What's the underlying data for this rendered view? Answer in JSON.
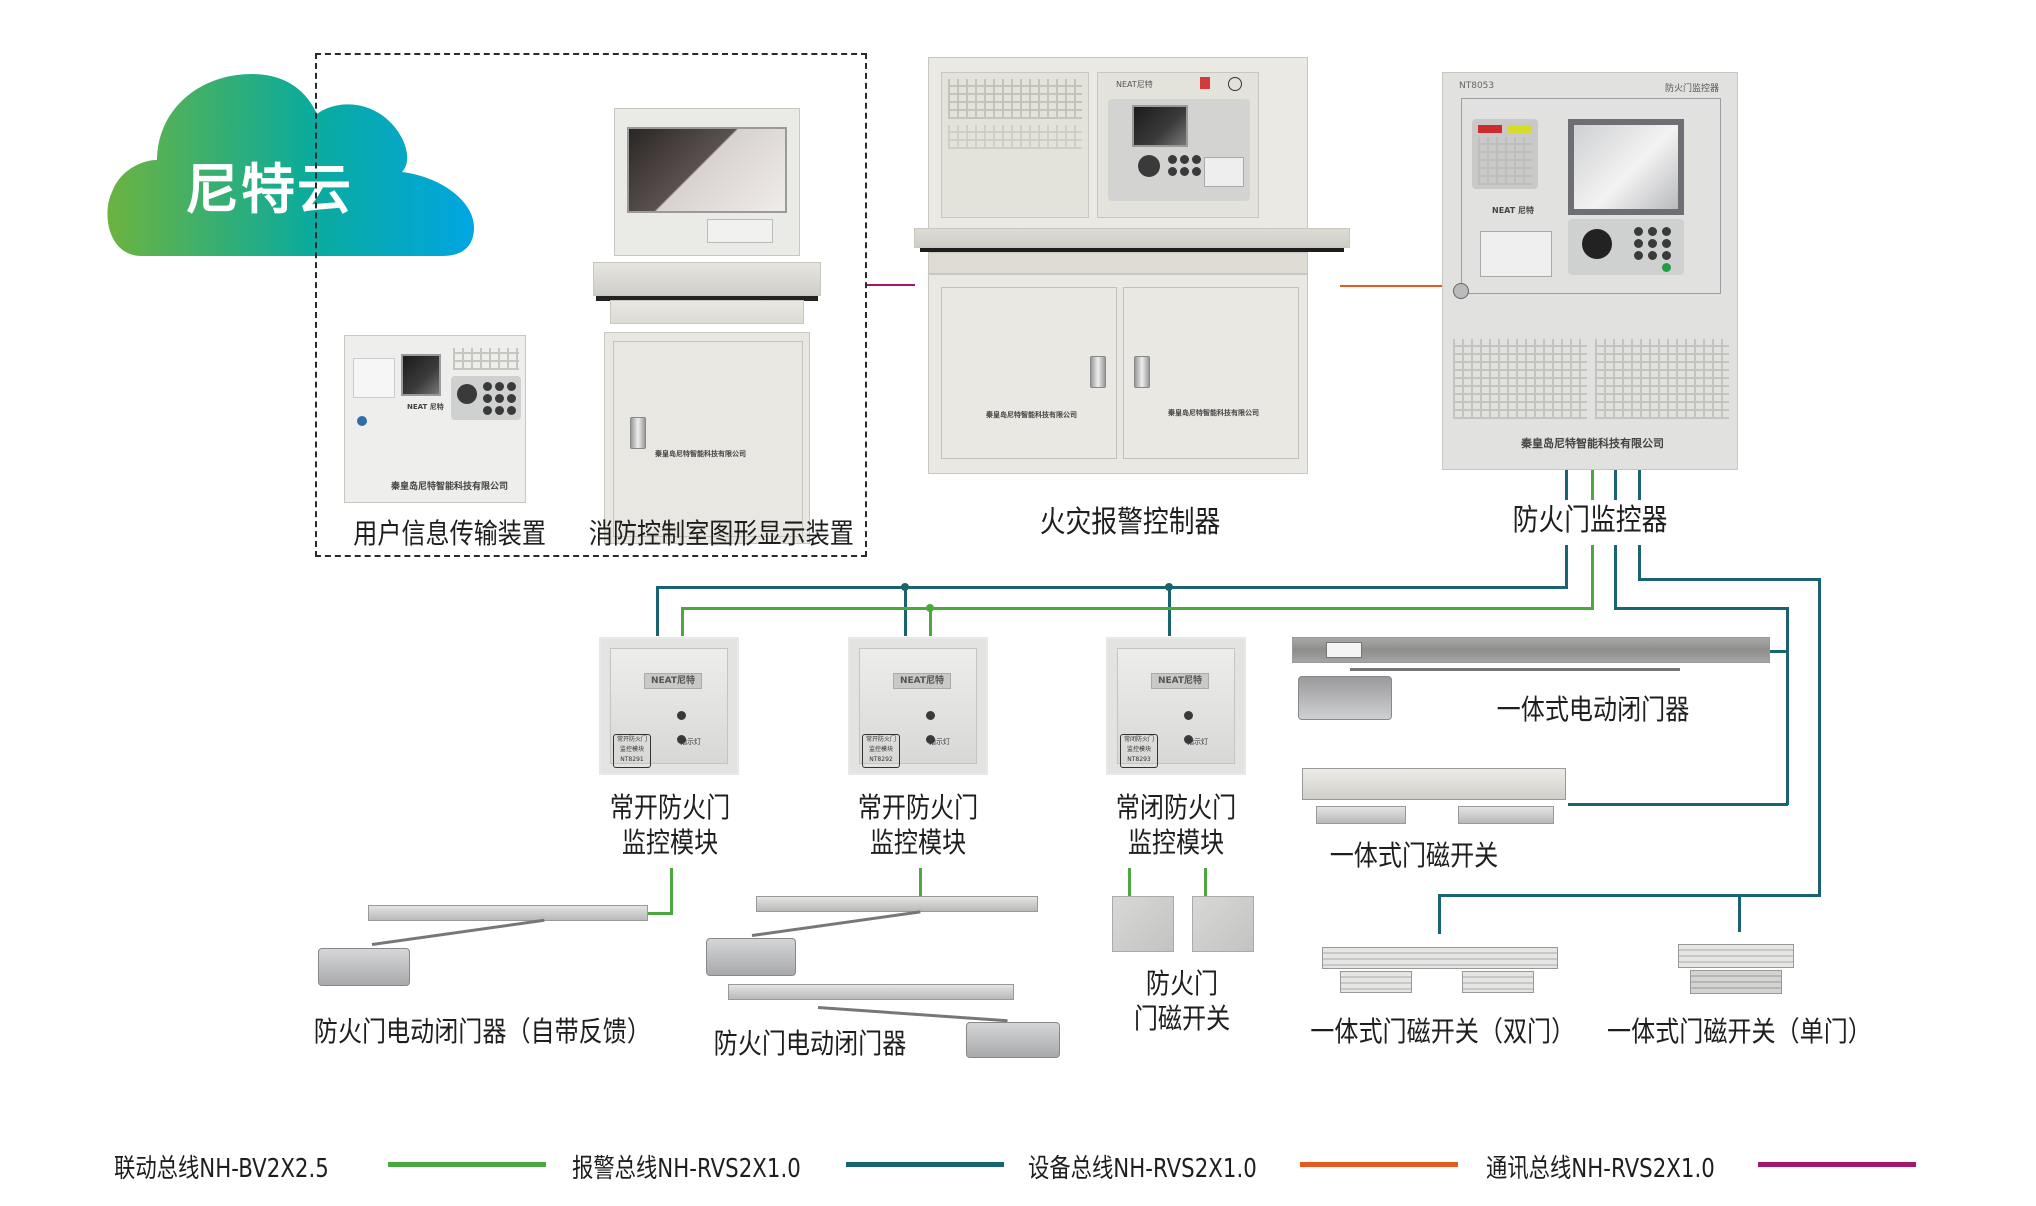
{
  "cloud": {
    "label": "尼特云",
    "gradient_start": "#6cb33f",
    "gradient_end": "#00a6e2"
  },
  "devices": {
    "transmission": {
      "label": "用户信息传输装置",
      "brand": "NEAT 尼特",
      "company": "秦皇岛尼特智能科技有限公司"
    },
    "graphic_display": {
      "label": "消防控制室图形显示装置",
      "company": "秦皇岛尼特智能科技有限公司"
    },
    "fire_alarm": {
      "label": "火灾报警控制器",
      "brand": "NEAT尼特",
      "company": "秦皇岛尼特智能科技有限公司"
    },
    "door_monitor": {
      "label": "防火门监控器",
      "model": "NT8053",
      "panel_title": "防火门监控器",
      "brand": "NEAT 尼特",
      "company": "秦皇岛尼特智能科技有限公司"
    }
  },
  "modules": [
    {
      "label_line1": "常开防火门",
      "label_line2": "监控模块",
      "brand": "NEAT尼特",
      "tag": [
        "常开防火门",
        "监控模块",
        "NT8291"
      ],
      "indicator": "指示灯"
    },
    {
      "label_line1": "常开防火门",
      "label_line2": "监控模块",
      "brand": "NEAT尼特",
      "tag": [
        "常开防火门",
        "监控模块",
        "NT8292"
      ],
      "indicator": "指示灯"
    },
    {
      "label_line1": "常闭防火门",
      "label_line2": "监控模块",
      "brand": "NEAT尼特",
      "tag": [
        "常闭防火门",
        "监控模块",
        "NT8293"
      ],
      "indicator": "指示灯"
    }
  ],
  "field_devices": {
    "closer_feedback": "防火门电动闭门器（自带反馈）",
    "closer": "防火门电动闭门器",
    "door_magnetic_line1": "防火门",
    "door_magnetic_line2": "门磁开关",
    "integrated_closer": "一体式电动闭门器",
    "integrated_magnetic": "一体式门磁开关",
    "integrated_magnetic_double": "一体式门磁开关（双门）",
    "integrated_magnetic_single": "一体式门磁开关（单门）"
  },
  "legend": [
    {
      "label": "联动总线NH-BV2X2.5",
      "color": "#4aa83f"
    },
    {
      "label": "报警总线NH-RVS2X1.0",
      "color": "#1a6470"
    },
    {
      "label": "设备总线NH-RVS2X1.0",
      "color": "#e8591f"
    },
    {
      "label": "通讯总线NH-RVS2X1.0",
      "color": "#a3186f"
    }
  ]
}
